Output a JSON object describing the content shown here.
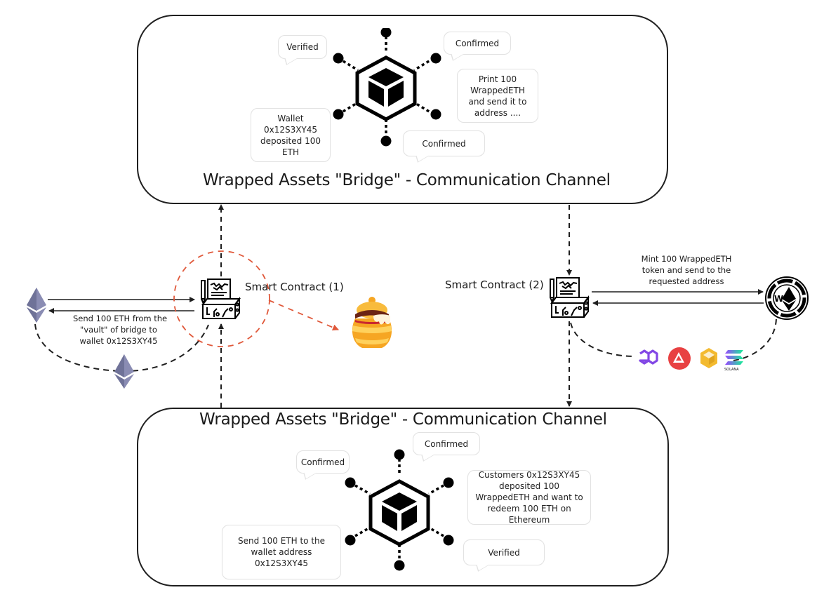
{
  "diagram": {
    "title": "Wrapped Assets Bridge Flow",
    "top_channel": {
      "title": "Wrapped Assets \"Bridge\" - Communication Channel",
      "bubbles": [
        {
          "id": "verified",
          "text": "Verified"
        },
        {
          "id": "confirmed-1",
          "text": "Confirmed"
        },
        {
          "id": "print",
          "text": "Print 100 WrappedETH and send it to address ...."
        },
        {
          "id": "wallet-deposit",
          "text": "Wallet 0x12S3XY45 deposited 100 ETH"
        },
        {
          "id": "confirmed-2",
          "text": "Confirmed"
        }
      ],
      "center_icon": "blockchain-hexagon-icon"
    },
    "bottom_channel": {
      "title": "Wrapped Assets \"Bridge\" - Communication Channel",
      "bubbles": [
        {
          "id": "confirmed-1",
          "text": "Confirmed"
        },
        {
          "id": "confirmed-2",
          "text": "Confirmed"
        },
        {
          "id": "customers",
          "text": "Customers 0x12S3XY45 deposited 100 WrappedETH and want to redeem 100 ETH on Ethereum"
        },
        {
          "id": "send-eth",
          "text": "Send 100 ETH to the wallet address 0x12S3XY45"
        },
        {
          "id": "verified",
          "text": "Verified"
        }
      ],
      "center_icon": "blockchain-hexagon-icon"
    },
    "left": {
      "contract_label": "Smart Contract (1)",
      "transfer_note": [
        "Send 100 ETH from the",
        "\"vault\" of bridge to",
        "wallet 0x12S3XY45"
      ],
      "chain_icon": "ethereum-icon",
      "honeypot_icon": "honey-pot-icon"
    },
    "right": {
      "contract_label": "Smart Contract (2)",
      "mint_note": [
        "Mint 100 WrappedETH",
        "token and send to the",
        "requested address"
      ],
      "wrapped_icon": "wrapped-eth-icon",
      "wrapped_letter": "W",
      "chains": [
        {
          "name": "Polygon",
          "icon": "polygon-icon",
          "color": "#8247e5"
        },
        {
          "name": "Avalanche",
          "icon": "avalanche-icon",
          "color": "#e84142"
        },
        {
          "name": "BNB Chain",
          "icon": "bnb-icon",
          "color": "#f3ba2f"
        },
        {
          "name": "Solana",
          "icon": "solana-icon",
          "color": "#9945ff",
          "caption": "SOLANA"
        }
      ]
    },
    "colors": {
      "line": "#1f1f1f",
      "attack_highlight": "#e0583a",
      "ethereum": "#6f7298",
      "honey": "#f6a623"
    }
  }
}
